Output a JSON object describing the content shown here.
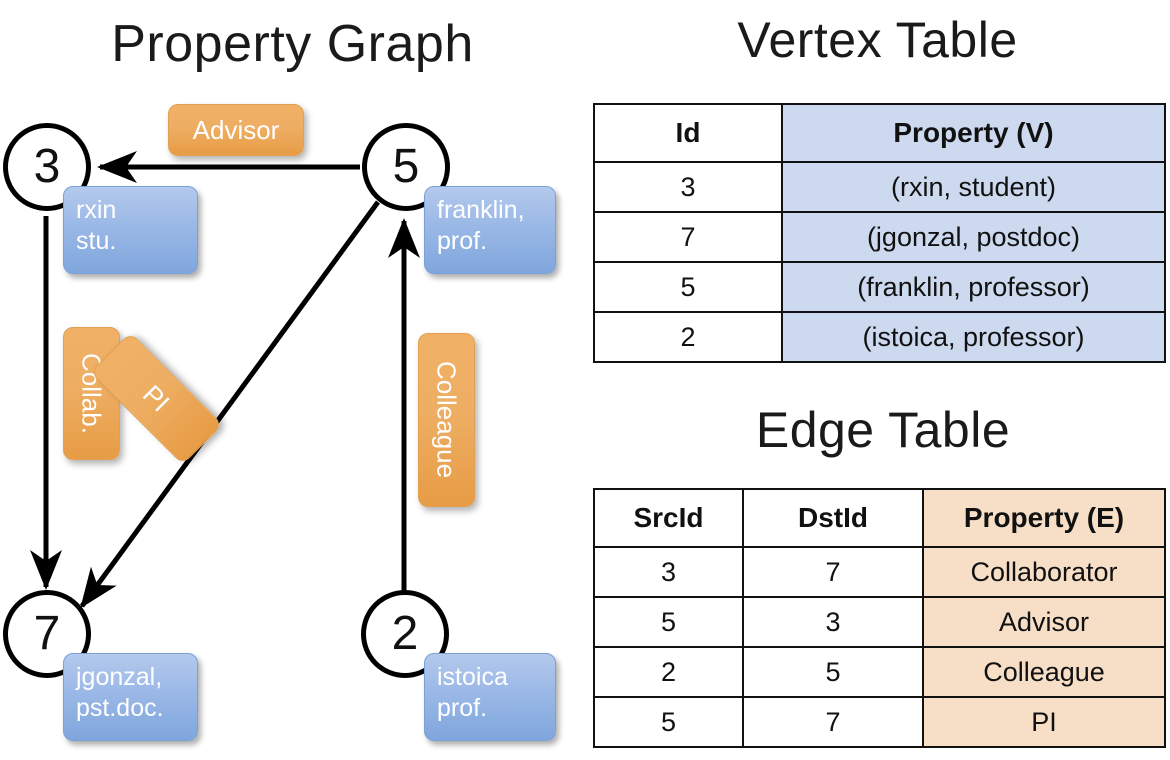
{
  "titles": {
    "property_graph": "Property Graph",
    "vertex_table": "Vertex Table",
    "edge_table": "Edge Table"
  },
  "graph": {
    "nodes": [
      {
        "id": "3",
        "property_lines": [
          "rxin",
          "stu."
        ]
      },
      {
        "id": "5",
        "property_lines": [
          "franklin,",
          "prof."
        ]
      },
      {
        "id": "7",
        "property_lines": [
          "jgonzal,",
          "pst.doc."
        ]
      },
      {
        "id": "2",
        "property_lines": [
          "istoica",
          "prof."
        ]
      }
    ],
    "node_property_text": {
      "n3": "rxin\nstu.",
      "n5": "franklin,\nprof.",
      "n7": "jgonzal,\npst.doc.",
      "n2": "istoica\nprof."
    },
    "edge_labels": {
      "advisor": "Advisor",
      "collab": "Collab.",
      "pi": "PI",
      "colleague": "Colleague"
    },
    "edges": [
      {
        "from": "5",
        "to": "3",
        "label": "Advisor"
      },
      {
        "from": "3",
        "to": "7",
        "label": "Collab."
      },
      {
        "from": "5",
        "to": "7",
        "label": "PI"
      },
      {
        "from": "2",
        "to": "5",
        "label": "Colleague"
      }
    ]
  },
  "vertex_table": {
    "headers": [
      "Id",
      "Property (V)"
    ],
    "rows": [
      {
        "id": "3",
        "property": "(rxin, student)"
      },
      {
        "id": "7",
        "property": "(jgonzal, postdoc)"
      },
      {
        "id": "5",
        "property": "(franklin, professor)"
      },
      {
        "id": "2",
        "property": "(istoica, professor)"
      }
    ]
  },
  "edge_table": {
    "headers": [
      "SrcId",
      "DstId",
      "Property (E)"
    ],
    "rows": [
      {
        "src": "3",
        "dst": "7",
        "property": "Collaborator"
      },
      {
        "src": "5",
        "dst": "3",
        "property": "Advisor"
      },
      {
        "src": "2",
        "dst": "5",
        "property": "Colleague"
      },
      {
        "src": "5",
        "dst": "7",
        "property": "PI"
      }
    ]
  },
  "colors": {
    "vertex_property_fill": "#ccd9ef",
    "edge_property_fill": "#f6dfc6",
    "node_label_blue": "#9dbae7",
    "edge_label_orange": "#eeae63",
    "stroke": "#000000",
    "background": "#ffffff"
  }
}
